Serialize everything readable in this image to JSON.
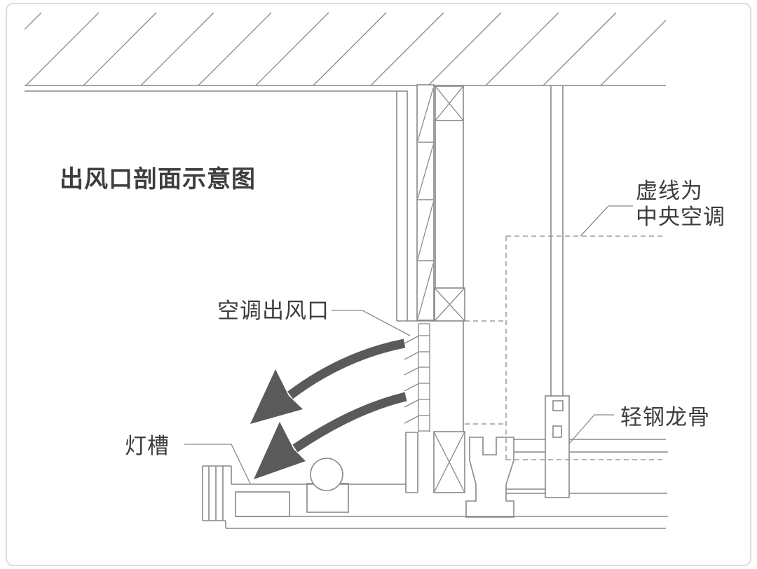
{
  "page": {
    "background": "#ffffff",
    "frame_color": "#dcdcdc"
  },
  "title": "出风口剖面示意图",
  "labels": {
    "outlet": "空调出风口",
    "dashed_note_line1": "虚线为",
    "dashed_note_line2": "中央空调",
    "keel": "轻钢龙骨",
    "light_trough": "灯槽"
  },
  "colors": {
    "line": "#898989",
    "text": "#3d3d3d",
    "arrow": "#5a5a5a"
  }
}
